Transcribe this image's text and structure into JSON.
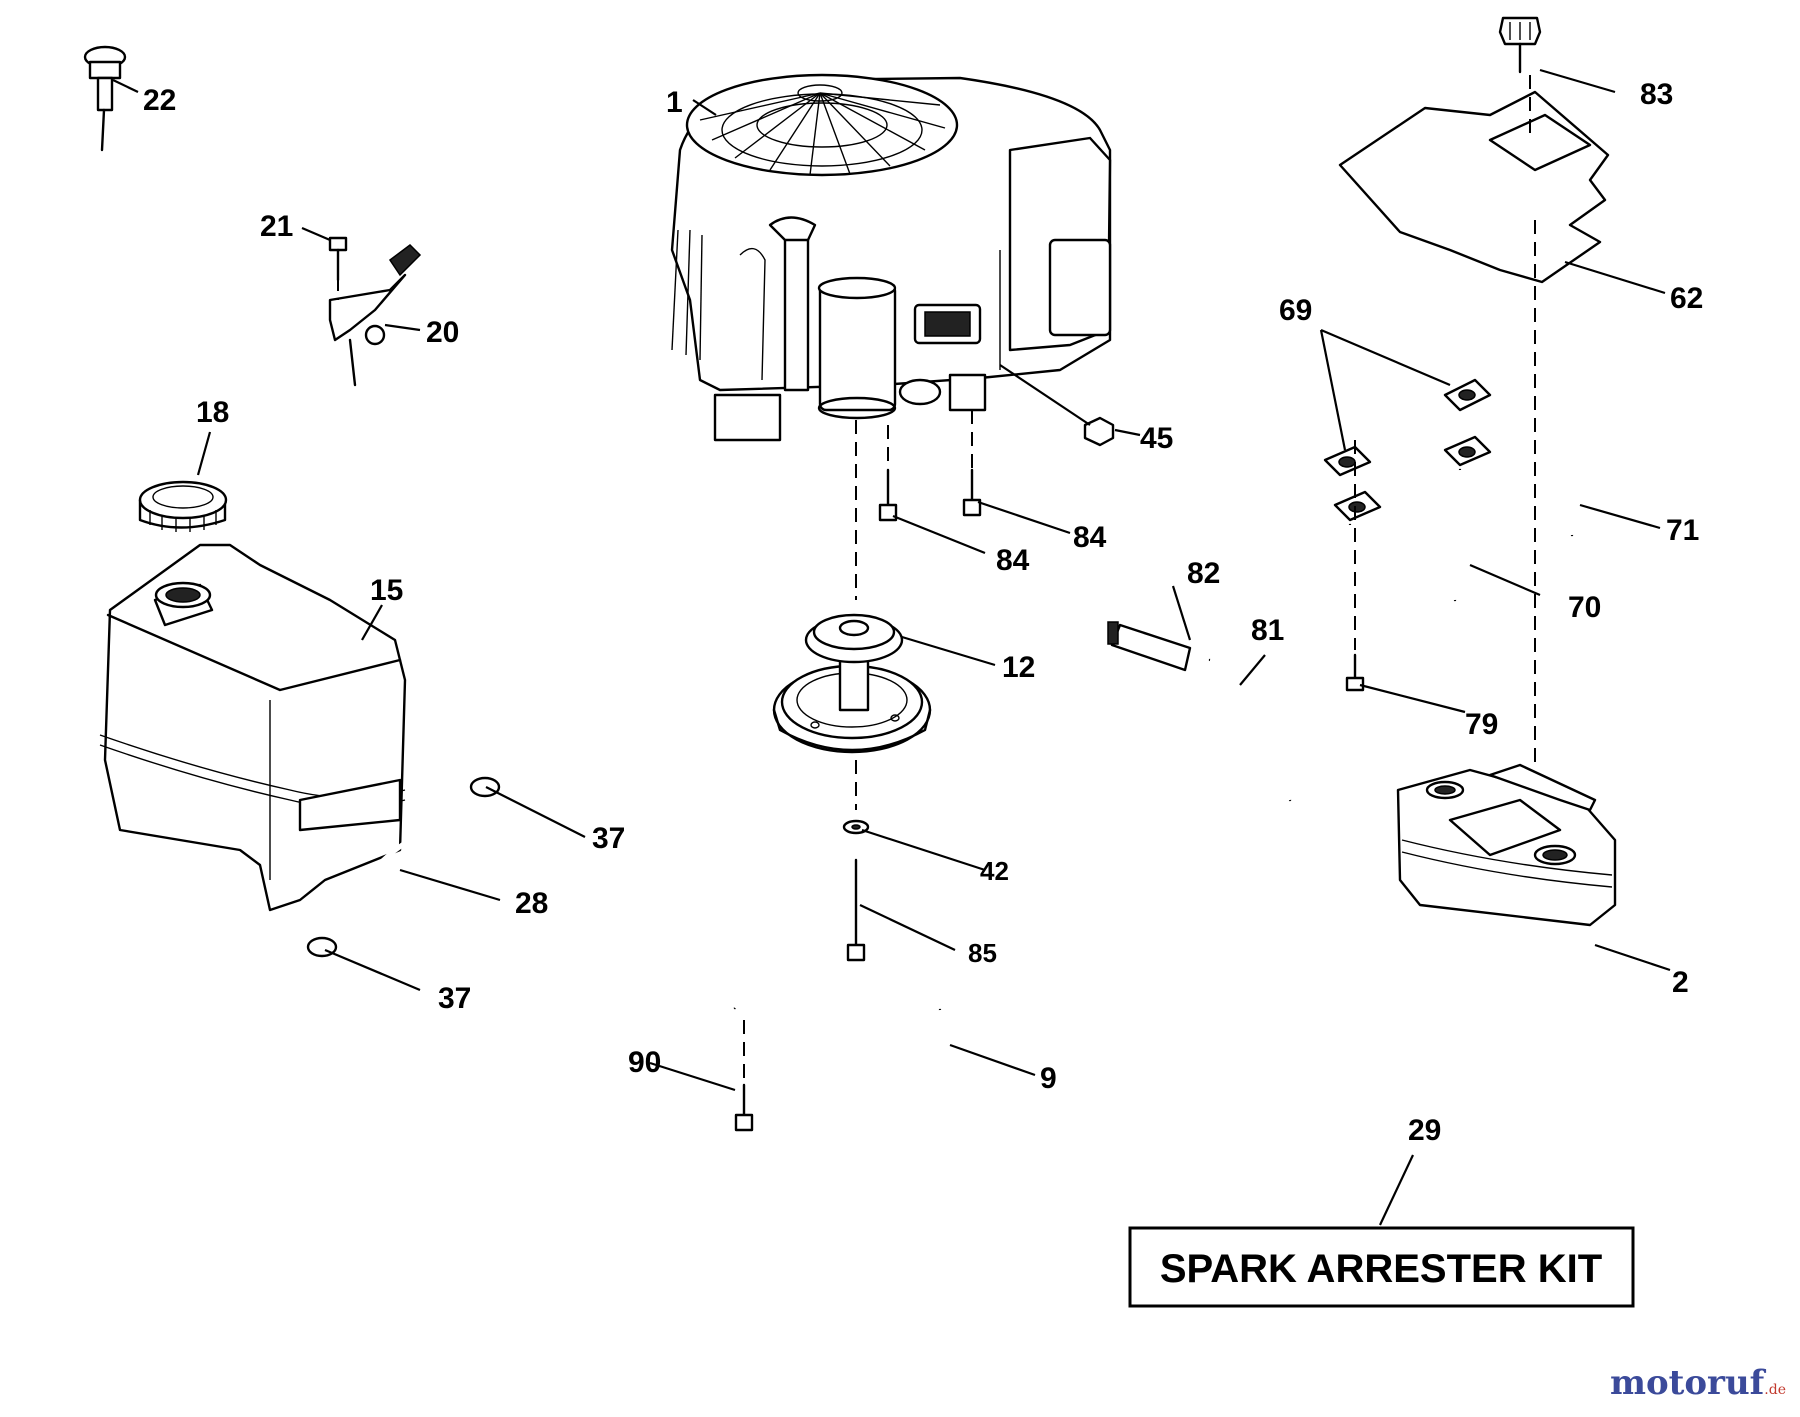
{
  "diagram": {
    "parts": [
      {
        "id": "part-1",
        "label": "1"
      },
      {
        "id": "part-2",
        "label": "2"
      },
      {
        "id": "part-9",
        "label": "9"
      },
      {
        "id": "part-12",
        "label": "12"
      },
      {
        "id": "part-15",
        "label": "15"
      },
      {
        "id": "part-18",
        "label": "18"
      },
      {
        "id": "part-20",
        "label": "20"
      },
      {
        "id": "part-21",
        "label": "21"
      },
      {
        "id": "part-22",
        "label": "22"
      },
      {
        "id": "part-28",
        "label": "28"
      },
      {
        "id": "part-29",
        "label": "29"
      },
      {
        "id": "part-37a",
        "label": "37"
      },
      {
        "id": "part-37b",
        "label": "37"
      },
      {
        "id": "part-42",
        "label": "42"
      },
      {
        "id": "part-45",
        "label": "45"
      },
      {
        "id": "part-62",
        "label": "62"
      },
      {
        "id": "part-69",
        "label": "69"
      },
      {
        "id": "part-70",
        "label": "70"
      },
      {
        "id": "part-71",
        "label": "71"
      },
      {
        "id": "part-79",
        "label": "79"
      },
      {
        "id": "part-81",
        "label": "81"
      },
      {
        "id": "part-82",
        "label": "82"
      },
      {
        "id": "part-83",
        "label": "83"
      },
      {
        "id": "part-84a",
        "label": "84"
      },
      {
        "id": "part-84b",
        "label": "84"
      },
      {
        "id": "part-85",
        "label": "85"
      },
      {
        "id": "part-90",
        "label": "90"
      }
    ],
    "kit_box": {
      "label": "SPARK ARRESTER KIT"
    }
  },
  "watermark": {
    "main": "motoruf",
    "tld": ".de"
  }
}
